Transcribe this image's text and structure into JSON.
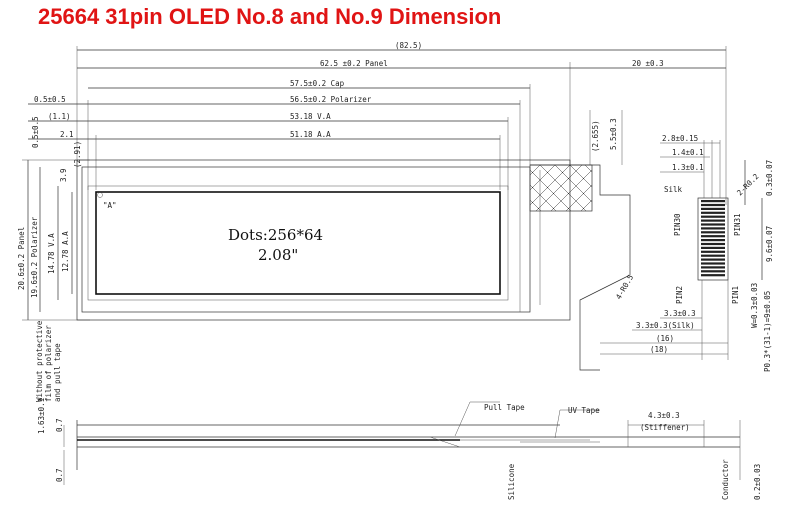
{
  "title": "25664 31pin OLED  No.8 and No.9 Dimension",
  "top_dims": {
    "overall": "(82.5)",
    "panel": "62.5 ±0.2 Panel",
    "right_offset": "20 ±0.3",
    "cap": "57.5±0.2 Cap",
    "polarizer": "56.5±0.2 Polarizer",
    "va": "53.18 V.A",
    "aa": "51.18 A.A",
    "left_a": "0.5±0.5",
    "left_b": "(1.1)",
    "left_c": "2.1",
    "left_d": "(2.91)",
    "left_e": "0.5±0.5",
    "left_f": "3.9",
    "mid_a": "(2.655)",
    "mid_b": "5.5±0.3"
  },
  "left_dims": {
    "panel": "20.6±0.2 Panel",
    "polarizer": "19.6±0.2 Polarizer",
    "va": "14.78 V.A",
    "aa": "12.78 A.A"
  },
  "display": {
    "marker": "\"A\"",
    "dots": "Dots:256*64",
    "size": "2.08\""
  },
  "connector": {
    "d1": "2.8±0.15",
    "d2": "1.4±0.1",
    "d3": "1.3±0.1",
    "silk": "Silk",
    "r": "2-R0.2",
    "top_right": "0.3±0.07",
    "pin30": "PIN30",
    "pin31": "PIN31",
    "pin2": "PIN2",
    "pin1": "PIN1",
    "right_dim": "9.6±0.07",
    "angle": "4-R0.5",
    "w": "W=0.3±0.03",
    "p": "P0.3*(31-1)=9±0.05",
    "b1": "3.3±0.3",
    "b2": "3.3±0.3(Silk)",
    "b3": "(16)",
    "b4": "(18)"
  },
  "note": [
    "Without protective",
    "film of polarizer",
    "and pull tape"
  ],
  "side": {
    "thickness": "1.63±0.1",
    "t2": "0.7",
    "t3": "0.7",
    "pull_tape": "Pull Tape",
    "uv_tape": "UV Tape",
    "stiffener": "4.3±0.3",
    "stiffener_label": "(Stiffener)",
    "silicone": "Silicone",
    "conductor": "Conductor",
    "fpc_t": "0.2±0.03"
  }
}
